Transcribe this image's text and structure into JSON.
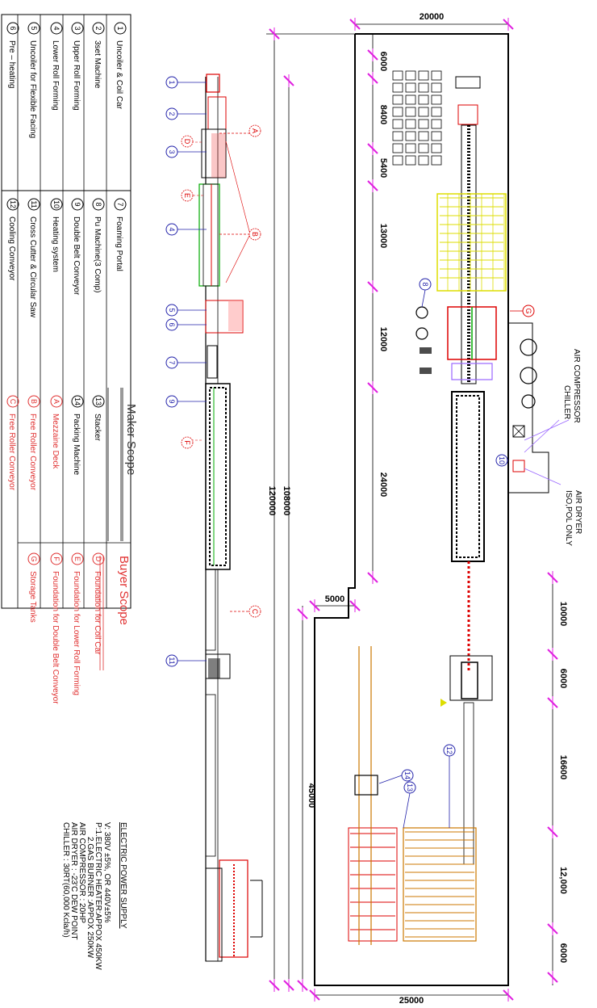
{
  "legend": {
    "maker_title": "Maker Scope",
    "buyer_title": "Buyer Scope",
    "maker_items": [
      {
        "num": "1",
        "label": "Uncoiler & Coil Car"
      },
      {
        "num": "2",
        "label": "3set Machine"
      },
      {
        "num": "3",
        "label": "Upper Roll Forming"
      },
      {
        "num": "4",
        "label": "Lower Roll Forming"
      },
      {
        "num": "5",
        "label": "Uncoiler for Flexible Facing"
      },
      {
        "num": "6",
        "label": "Pre – heating"
      },
      {
        "num": "7",
        "label": "Foaming Portal"
      },
      {
        "num": "8",
        "label": "Pu Machine(3 Comp)"
      },
      {
        "num": "9",
        "label": "Double Belt Conveyor"
      },
      {
        "num": "10",
        "label": "Heating system"
      },
      {
        "num": "11",
        "label": "Cross Cutter & Circular Saw"
      },
      {
        "num": "12",
        "label": "Cooling Conveyor"
      },
      {
        "num": "13",
        "label": "Stacker"
      },
      {
        "num": "14",
        "label": "Packing Machine"
      }
    ],
    "buyer_items_red": [
      {
        "num": "A",
        "label": "Mezzaine Deck"
      },
      {
        "num": "B",
        "label": "Free Roller Conveyor"
      },
      {
        "num": "C",
        "label": "Free Roller Conveyor"
      }
    ],
    "buyer_items": [
      {
        "num": "D",
        "label": "Foundation for Coil Car"
      },
      {
        "num": "E",
        "label": "Foundation for Lower Roll Forming"
      },
      {
        "num": "F",
        "label": "Foundation for Double Belt Conveyor"
      },
      {
        "num": "G",
        "label": "Storage Tanks"
      }
    ]
  },
  "power_supply": {
    "title": "ELECTRIC POWER SUPPLY",
    "lines": [
      "V: 380V ±5%, OR 440V±5%",
      "P:1.ELECTRIC HEATER:APPOX 450KW",
      "2.GAS BURNER :APPOX 250KW",
      "AIR COMPRESSOR : 20HP",
      "AIR DRYER : -23'C DEW POINT",
      "CHILLER : 30RT(60,000 Kcla/h)"
    ]
  },
  "side_view_markers": [
    "1",
    "2",
    "3",
    "4",
    "5",
    "6",
    "7",
    "9",
    "11"
  ],
  "side_view_letters": [
    "A",
    "B",
    "C",
    "D",
    "E",
    "F"
  ],
  "dimensions": {
    "top_width": "20000",
    "bottom_width": "25000",
    "step": "5000",
    "left_total_a": "108000",
    "left_total_b": "120000",
    "left_45000": "45000",
    "inner_segments": [
      "6000",
      "8400",
      "5400",
      "13000",
      "12000",
      "24000"
    ],
    "outer_segments": [
      "10000",
      "6000",
      "16600",
      "12,000",
      "6000"
    ]
  },
  "annotations": {
    "air_compressor": "AIR COMPRESSOR",
    "chiller": "CHILLER",
    "air_dryer": "AIR DRYER",
    "iso_pol": "ISO,POL ONLY"
  },
  "plan_markers": [
    "8",
    "10",
    "12",
    "13",
    "14",
    "G"
  ]
}
